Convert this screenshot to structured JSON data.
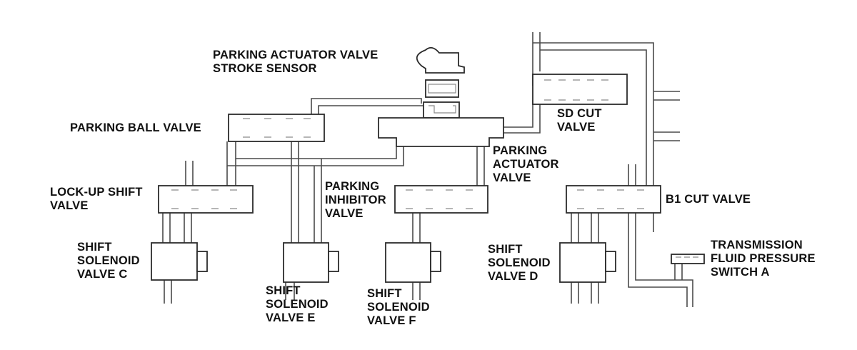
{
  "labels": {
    "parking_actuator_stroke_sensor": "PARKING ACTUATOR VALVE\nSTROKE SENSOR",
    "parking_ball_valve": "PARKING BALL VALVE",
    "sd_cut_valve": "SD CUT\nVALVE",
    "parking_actuator_valve": "PARKING\nACTUATOR\nVALVE",
    "lock_up_shift_valve": "LOCK-UP SHIFT\nVALVE",
    "parking_inhibitor_valve": "PARKING\nINHIBITOR\nVALVE",
    "b1_cut_valve": "B1 CUT VALVE",
    "shift_solenoid_valve_c": "SHIFT\nSOLENOID\nVALVE C",
    "shift_solenoid_valve_e": "SHIFT\nSOLENOID\nVALVE E",
    "shift_solenoid_valve_f": "SHIFT\nSOLENOID\nVALVE F",
    "shift_solenoid_valve_d": "SHIFT\nSOLENOID\nVALVE D",
    "transmission_fluid_pressure_switch_a": "TRANSMISSION\nFLUID PRESSURE\nSWITCH A"
  }
}
